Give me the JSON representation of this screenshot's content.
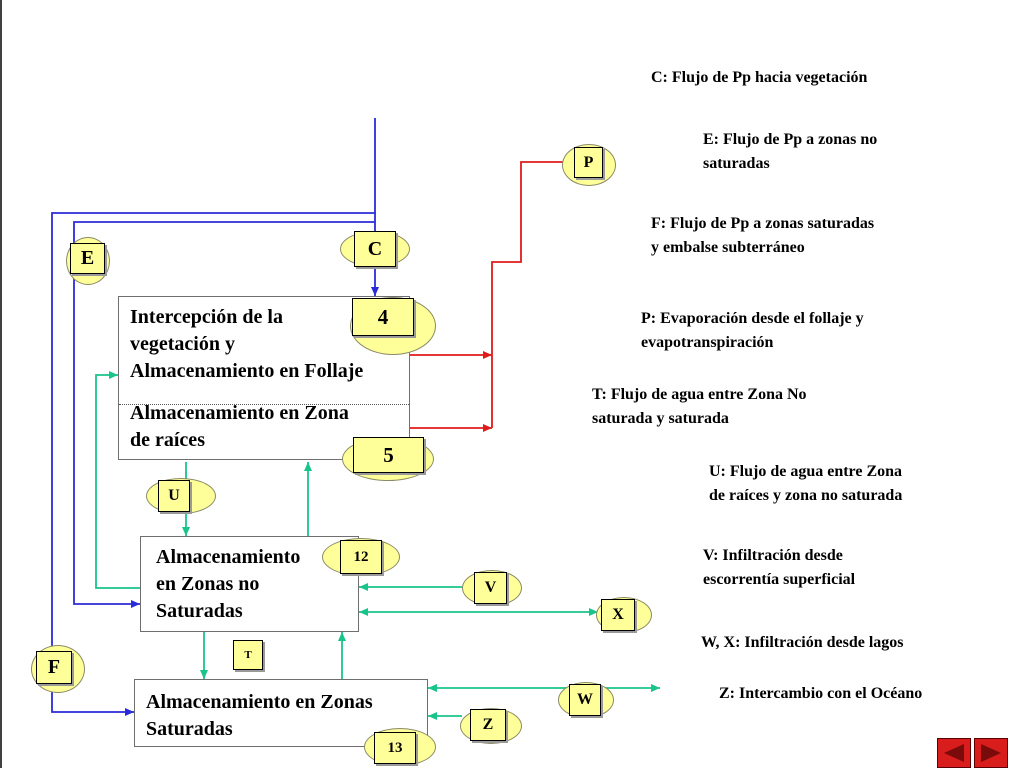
{
  "boxes": {
    "interception": {
      "line1": "Intercepción de la",
      "line2": "vegetación y",
      "line3": "Almacenamiento en Follaje"
    },
    "roots": {
      "line1": "Almacenamiento en Zona",
      "line2": "de raíces"
    },
    "unsaturated": {
      "line1": "Almacenamiento",
      "line2": "en Zonas no",
      "line3": "Saturadas"
    },
    "saturated": {
      "line1": "Almacenamiento en Zonas",
      "line2": "Saturadas"
    }
  },
  "flow_tags": {
    "C": "C",
    "E": "E",
    "F": "F",
    "P": "P",
    "U": "U",
    "T": "T",
    "V": "V",
    "X": "X",
    "W": "W",
    "Z": "Z"
  },
  "number_tags": {
    "n4": "4",
    "n5": "5",
    "n12": "12",
    "n13": "13"
  },
  "legend": {
    "c": "C: Flujo de Pp hacia vegetación",
    "e1": "E: Flujo de Pp a zonas no",
    "e2": "saturadas",
    "f1": "F: Flujo de Pp a zonas saturadas",
    "f2": "y embalse subterráneo",
    "p1": "P: Evaporación desde el follaje y",
    "p2": "evapotranspiración",
    "t1": "T: Flujo de agua entre Zona No",
    "t2": "saturada y saturada",
    "u1": "U: Flujo de agua entre Zona",
    "u2": "de raíces y zona no saturada",
    "v1": "V: Infiltración desde",
    "v2": "escorrentía superficial",
    "wx": "W, X: Infiltración desde lagos",
    "z": "Z: Intercambio con el Océano"
  },
  "colors": {
    "precipitation": "#2b2bd9",
    "evaporation": "#e01b1b",
    "exchange": "#19c48a",
    "tag_fill": "#ffff99"
  }
}
